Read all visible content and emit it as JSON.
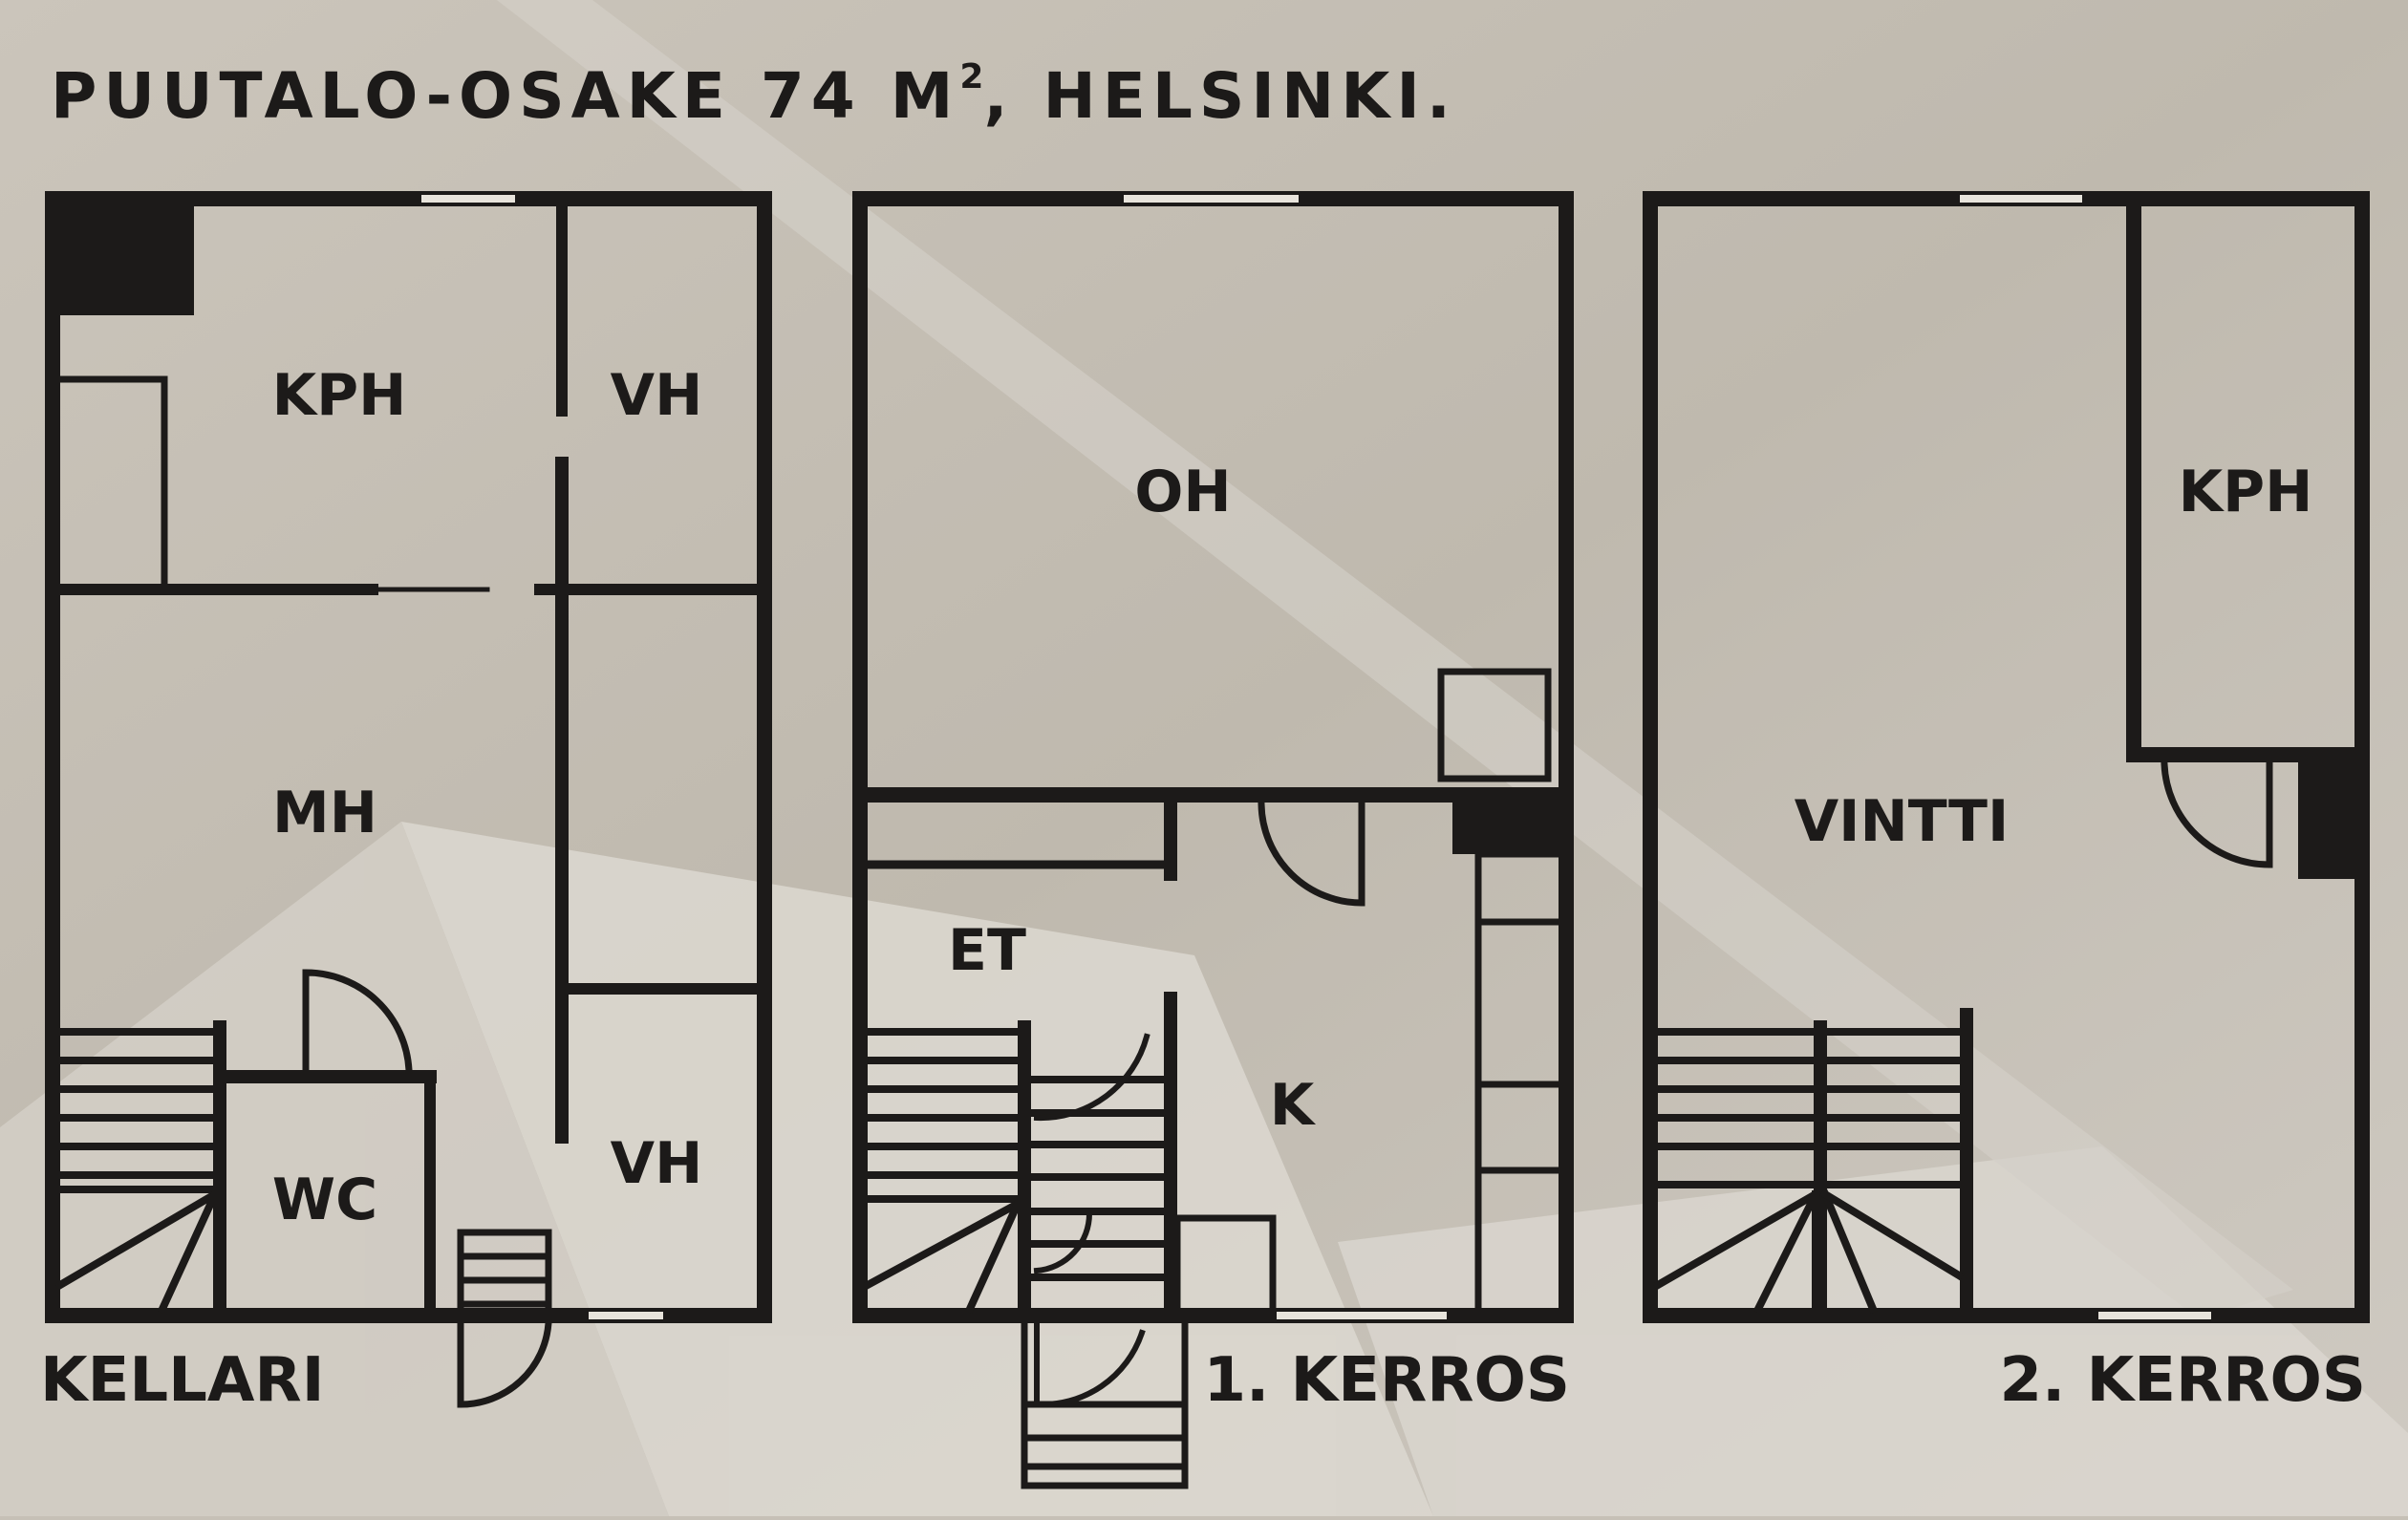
{
  "title": {
    "prefix": "PUUTALO-OSAKE 74 M",
    "superscript": "2",
    "suffix": ", HELSINKI."
  },
  "floors": [
    {
      "label": "KELLARI",
      "rooms": [
        "KPH",
        "VH",
        "MH",
        "WC",
        "VH"
      ]
    },
    {
      "label": "1. KERROS",
      "rooms": [
        "OH",
        "ET",
        "K"
      ]
    },
    {
      "label": "2. KERROS",
      "rooms": [
        "KPH",
        "VINTTI"
      ]
    }
  ],
  "colors": {
    "wall": "#1c1a19",
    "background": "#c6c0b6",
    "window": "#e8e4dc"
  }
}
